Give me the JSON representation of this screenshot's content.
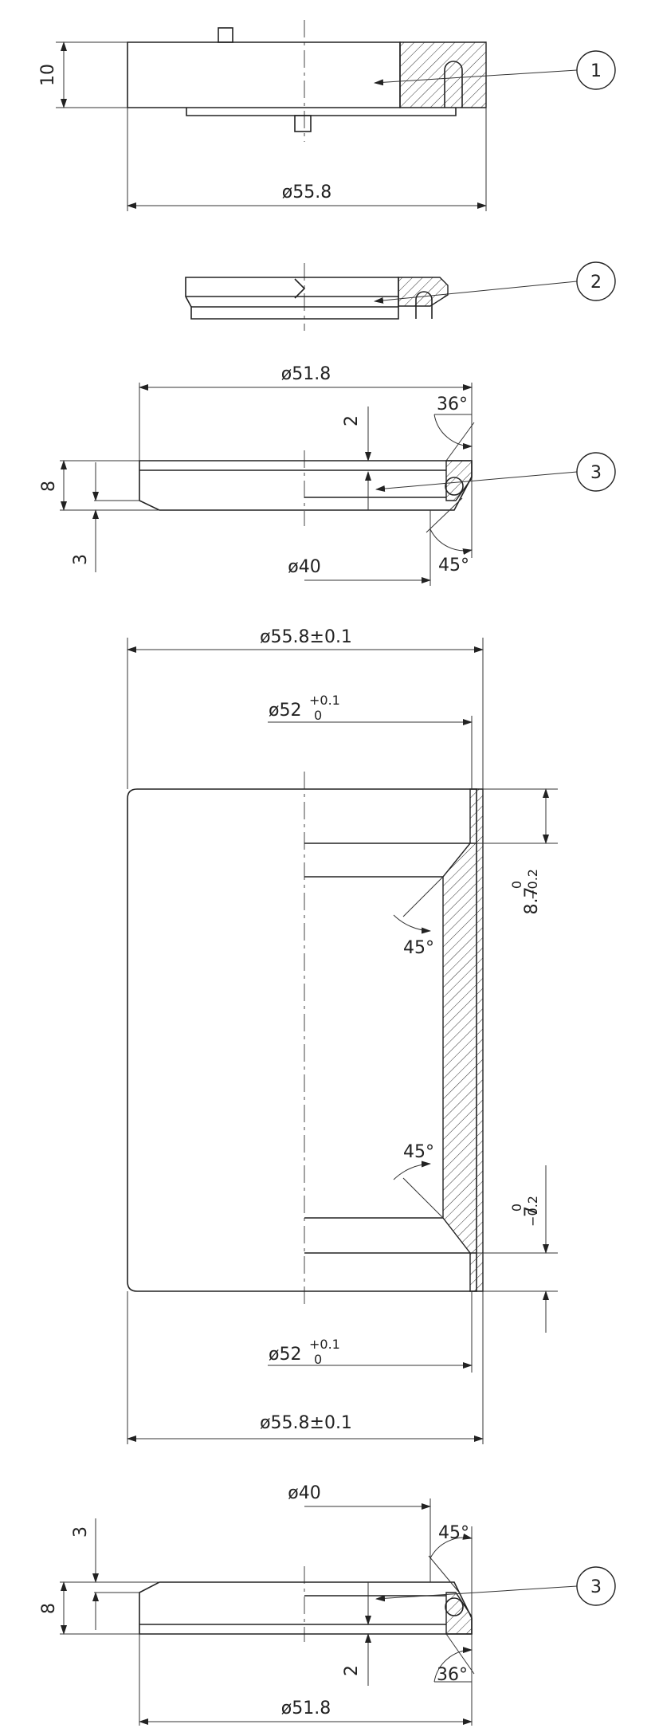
{
  "views": {
    "top_cup": {
      "height_dim": "10",
      "diameter_dim": "ø55.8",
      "balloon": "1"
    },
    "ring": {
      "balloon": "2"
    },
    "bearing_top": {
      "outer_dia": "ø51.8",
      "inner_dia": "ø40",
      "height": "8",
      "chamfer_height": "3",
      "gap": "2",
      "angle_top": "36°",
      "angle_bottom": "45°",
      "balloon": "3"
    },
    "cup_section": {
      "outer_dia_top": "ø55.8±0.1",
      "inner_dia_top": "ø52",
      "inner_tol_top_upper": "+0.1",
      "inner_tol_top_lower": "0",
      "outer_dia_bottom": "ø55.8±0.1",
      "inner_dia_bottom": "ø52",
      "inner_tol_bottom_upper": "+0.1",
      "inner_tol_bottom_lower": "0",
      "depth_top": "8.7",
      "depth_top_tol_upper": "0",
      "depth_top_tol_lower": "−0.2",
      "depth_bottom": "7",
      "depth_bottom_tol_upper": "0",
      "depth_bottom_tol_lower": "−0.2",
      "angle_upper": "45°",
      "angle_lower": "45°"
    },
    "bearing_bottom": {
      "inner_dia": "ø40",
      "outer_dia": "ø51.8",
      "height": "8",
      "chamfer_height": "3",
      "gap": "2",
      "angle_top": "45°",
      "angle_bottom": "36°",
      "balloon": "3"
    }
  }
}
